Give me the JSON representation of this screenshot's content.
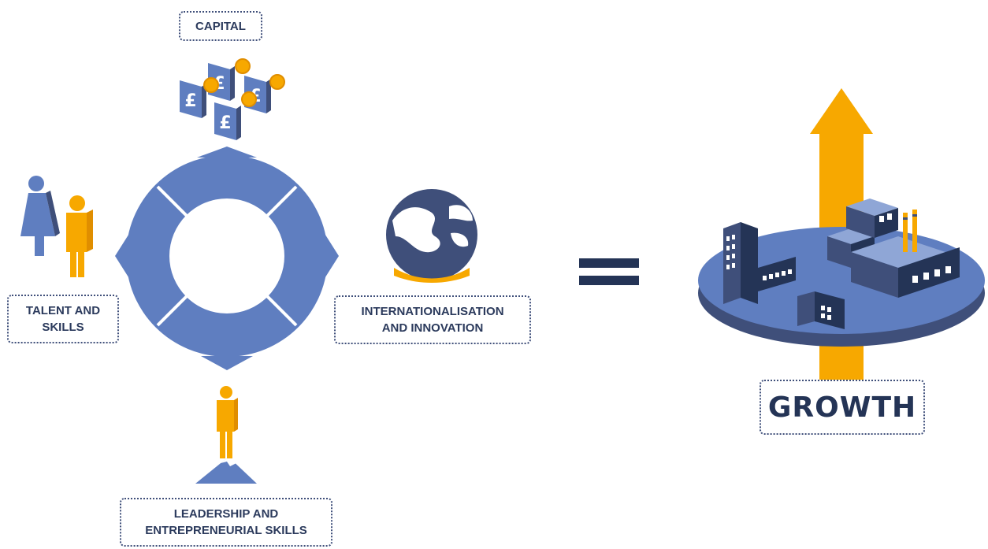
{
  "labels": {
    "capital": "CAPITAL",
    "talent": [
      "TALENT AND",
      "SKILLS"
    ],
    "internationalisation": [
      "INTERNATIONALISATION",
      "AND INNOVATION"
    ],
    "leadership": [
      "LEADERSHIP AND",
      "ENTREPRENEURIAL SKILLS"
    ],
    "growth": "GROWTH"
  },
  "icons": {
    "capital": "pound-coins-icon",
    "talent": "people-icon",
    "internationalisation": "globe-icon",
    "leadership": "person-on-mountain-icon",
    "equals": "equals-icon",
    "growth": "factory-platform-arrow-icon"
  },
  "colors": {
    "blue": "#5f7ec0",
    "dark_blue": "#3f4f7a",
    "navy": "#243456",
    "orange": "#f7a800",
    "light_blue": "#8fa6d6"
  }
}
